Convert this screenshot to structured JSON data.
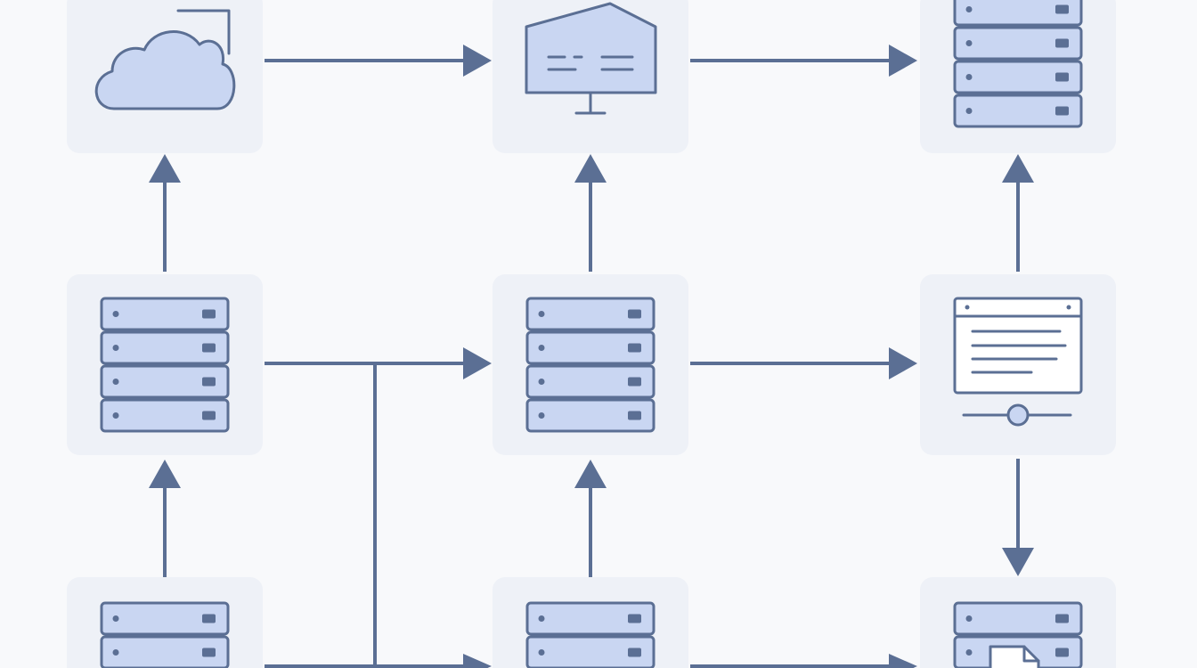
{
  "diagram": {
    "nodes": [
      {
        "id": "cloud",
        "icon": "cloud-icon"
      },
      {
        "id": "monitor",
        "icon": "monitor-icon"
      },
      {
        "id": "server-top-right",
        "icon": "server-icon"
      },
      {
        "id": "server-mid-left",
        "icon": "server-icon"
      },
      {
        "id": "server-mid-center",
        "icon": "server-icon"
      },
      {
        "id": "app-window",
        "icon": "window-slider-icon"
      },
      {
        "id": "server-bottom-left",
        "icon": "server-icon"
      },
      {
        "id": "server-bottom-center",
        "icon": "server-icon"
      },
      {
        "id": "file-server",
        "icon": "server-file-icon"
      }
    ],
    "edges": [
      {
        "from": "cloud",
        "to": "monitor"
      },
      {
        "from": "monitor",
        "to": "server-top-right"
      },
      {
        "from": "server-mid-left",
        "to": "cloud"
      },
      {
        "from": "server-mid-center",
        "to": "monitor"
      },
      {
        "from": "app-window",
        "to": "server-top-right"
      },
      {
        "from": "server-mid-left",
        "to": "server-mid-center"
      },
      {
        "from": "server-mid-center",
        "to": "app-window"
      },
      {
        "from": "server-bottom-left",
        "to": "server-mid-left"
      },
      {
        "from": "server-bottom-center",
        "to": "server-mid-center"
      },
      {
        "from": "app-window",
        "to": "file-server"
      },
      {
        "from": "server-bottom-left",
        "to": "server-bottom-center"
      },
      {
        "from": "server-bottom-center",
        "to": "file-server"
      }
    ],
    "colors": {
      "stroke": "#5b6f94",
      "icon_fill": "#c9d6f2",
      "tile": "#eef1f7",
      "background": "#f8f9fb"
    }
  }
}
